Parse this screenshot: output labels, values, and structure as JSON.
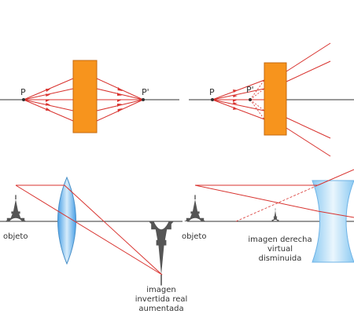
{
  "labels": {
    "p_left": "P",
    "p_prime_left": "P'",
    "p_right": "P",
    "p_prime_right": "P'",
    "objeto_1": "objeto",
    "objeto_2": "objeto",
    "converging_caption": [
      "imagen",
      "invertida real",
      "aumentada"
    ],
    "diverging_caption": [
      "imagen derecha",
      "virtual",
      "disminuida"
    ]
  },
  "colors": {
    "ray": "#d8322e",
    "axis": "#333333",
    "plate": "#f7941d",
    "plate_stroke": "#c46a10",
    "lens_fill": "#7fbff0",
    "lens_stroke": "#4a90c8",
    "tower": "#555555"
  },
  "icons": [
    "eiffel-tower-icon",
    "converging-lens-icon",
    "diverging-lens-icon",
    "glass-plate-icon"
  ]
}
